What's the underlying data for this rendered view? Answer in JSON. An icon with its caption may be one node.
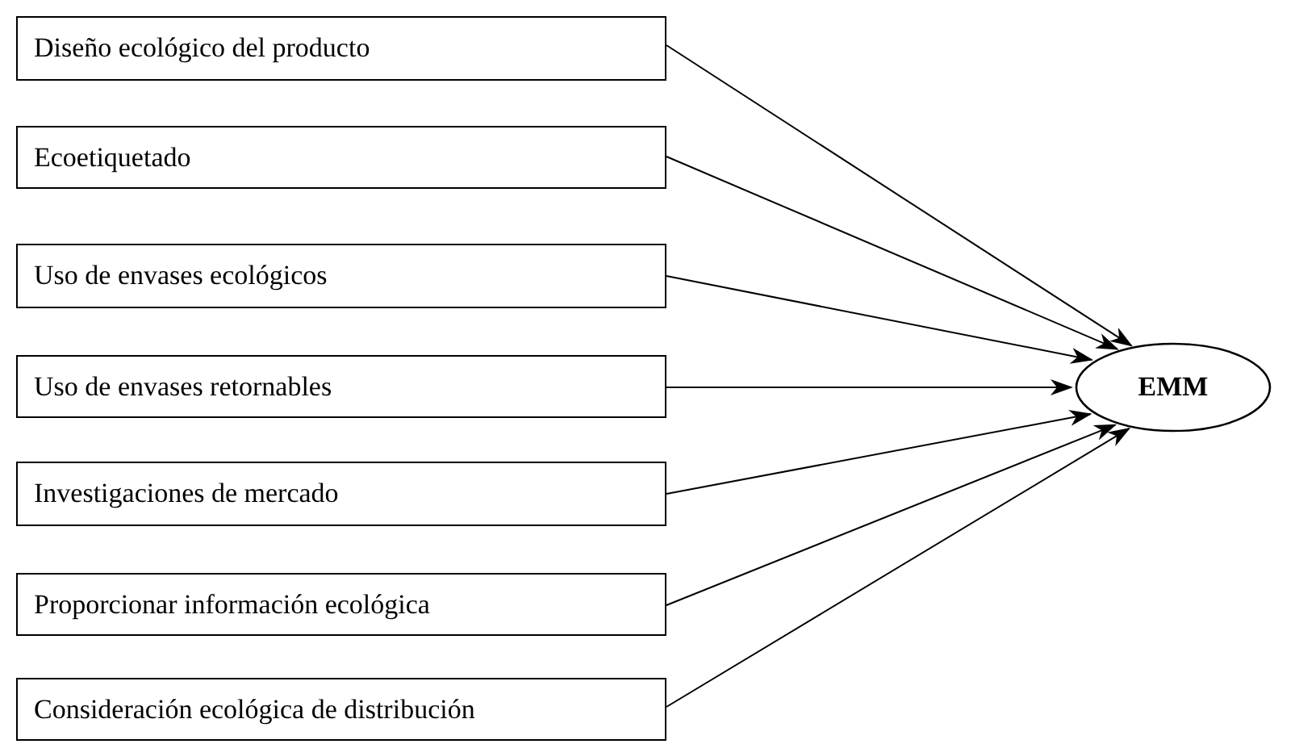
{
  "diagram": {
    "nodes": [
      {
        "text": [
          "Diseño ecológico del producto"
        ]
      },
      {
        "text": [
          "Ecoetiquetado"
        ]
      },
      {
        "text": [
          "Uso de envases ecológicos"
        ]
      },
      {
        "text": [
          "Uso de envases retornables"
        ]
      },
      {
        "text": [
          "Investigaciones de mercado"
        ]
      },
      {
        "text": [
          "Proporcionar información ecológica"
        ]
      },
      {
        "text": [
          "Consideración ecológica de distribución"
        ]
      },
      {
        "text": [
          "EMM"
        ]
      }
    ],
    "edges": [
      {
        "from": 0,
        "to": 7,
        "arrow": "to"
      },
      {
        "from": 1,
        "to": 7,
        "arrow": "to"
      },
      {
        "from": 2,
        "to": 7,
        "arrow": "to"
      },
      {
        "from": 3,
        "to": 7,
        "arrow": "to"
      },
      {
        "from": 4,
        "to": 7,
        "arrow": "to"
      },
      {
        "from": 5,
        "to": 7,
        "arrow": "to"
      },
      {
        "from": 6,
        "to": 7,
        "arrow": "to"
      }
    ]
  }
}
